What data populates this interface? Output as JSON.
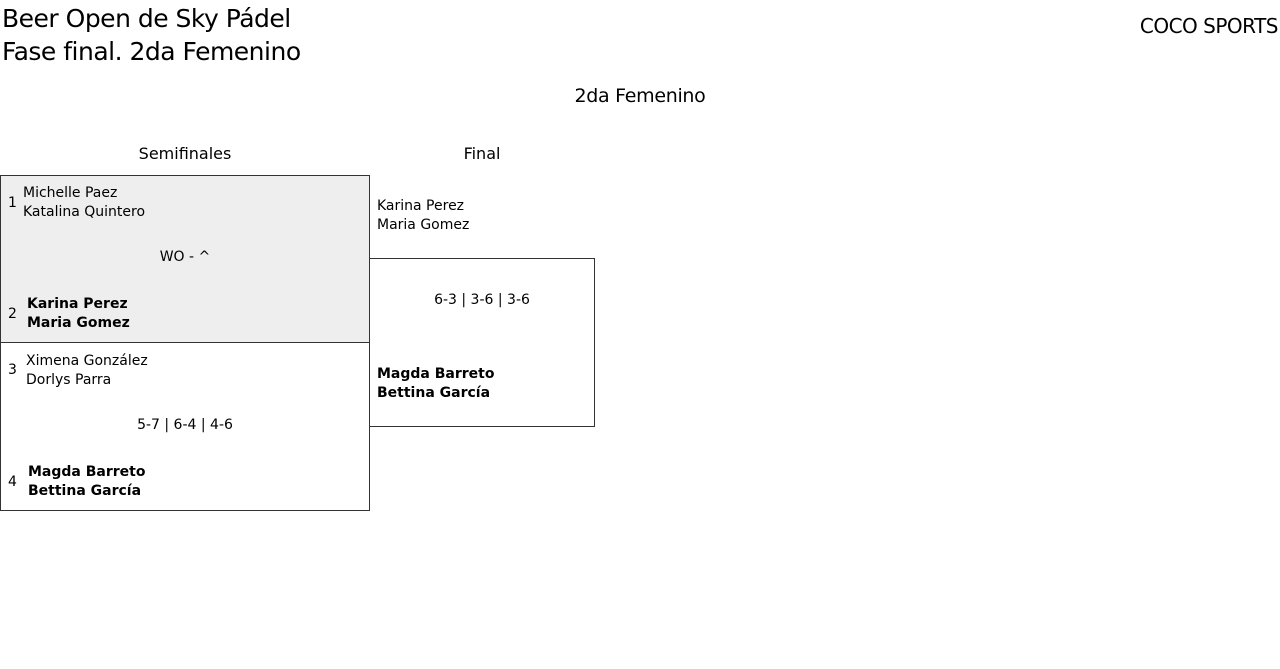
{
  "header": {
    "title_line1": "Beer Open de Sky Pádel",
    "title_line2": "Fase final. 2da Femenino",
    "brand": "COCO SPORTS"
  },
  "category": "2da Femenino",
  "rounds": [
    {
      "label": "Semifinales"
    },
    {
      "label": "Final"
    }
  ],
  "semifinals": [
    {
      "team1": {
        "seed": "1",
        "p1": "Michelle Paez",
        "p2": "Katalina Quintero"
      },
      "score": "WO - ^",
      "team2": {
        "seed": "2",
        "p1": "Karina Perez",
        "p2": "Maria Gomez"
      }
    },
    {
      "team1": {
        "seed": "3",
        "p1": "Ximena González",
        "p2": "Dorlys Parra"
      },
      "score": "5-7 | 6-4 | 4-6",
      "team2": {
        "seed": "4",
        "p1": "Magda Barreto",
        "p2": "Bettina García"
      }
    }
  ],
  "final": {
    "team1": {
      "p1": "Karina Perez",
      "p2": "Maria Gomez"
    },
    "score": "6-3 | 3-6 | 3-6",
    "team2": {
      "p1": "Magda Barreto",
      "p2": "Bettina García"
    }
  }
}
